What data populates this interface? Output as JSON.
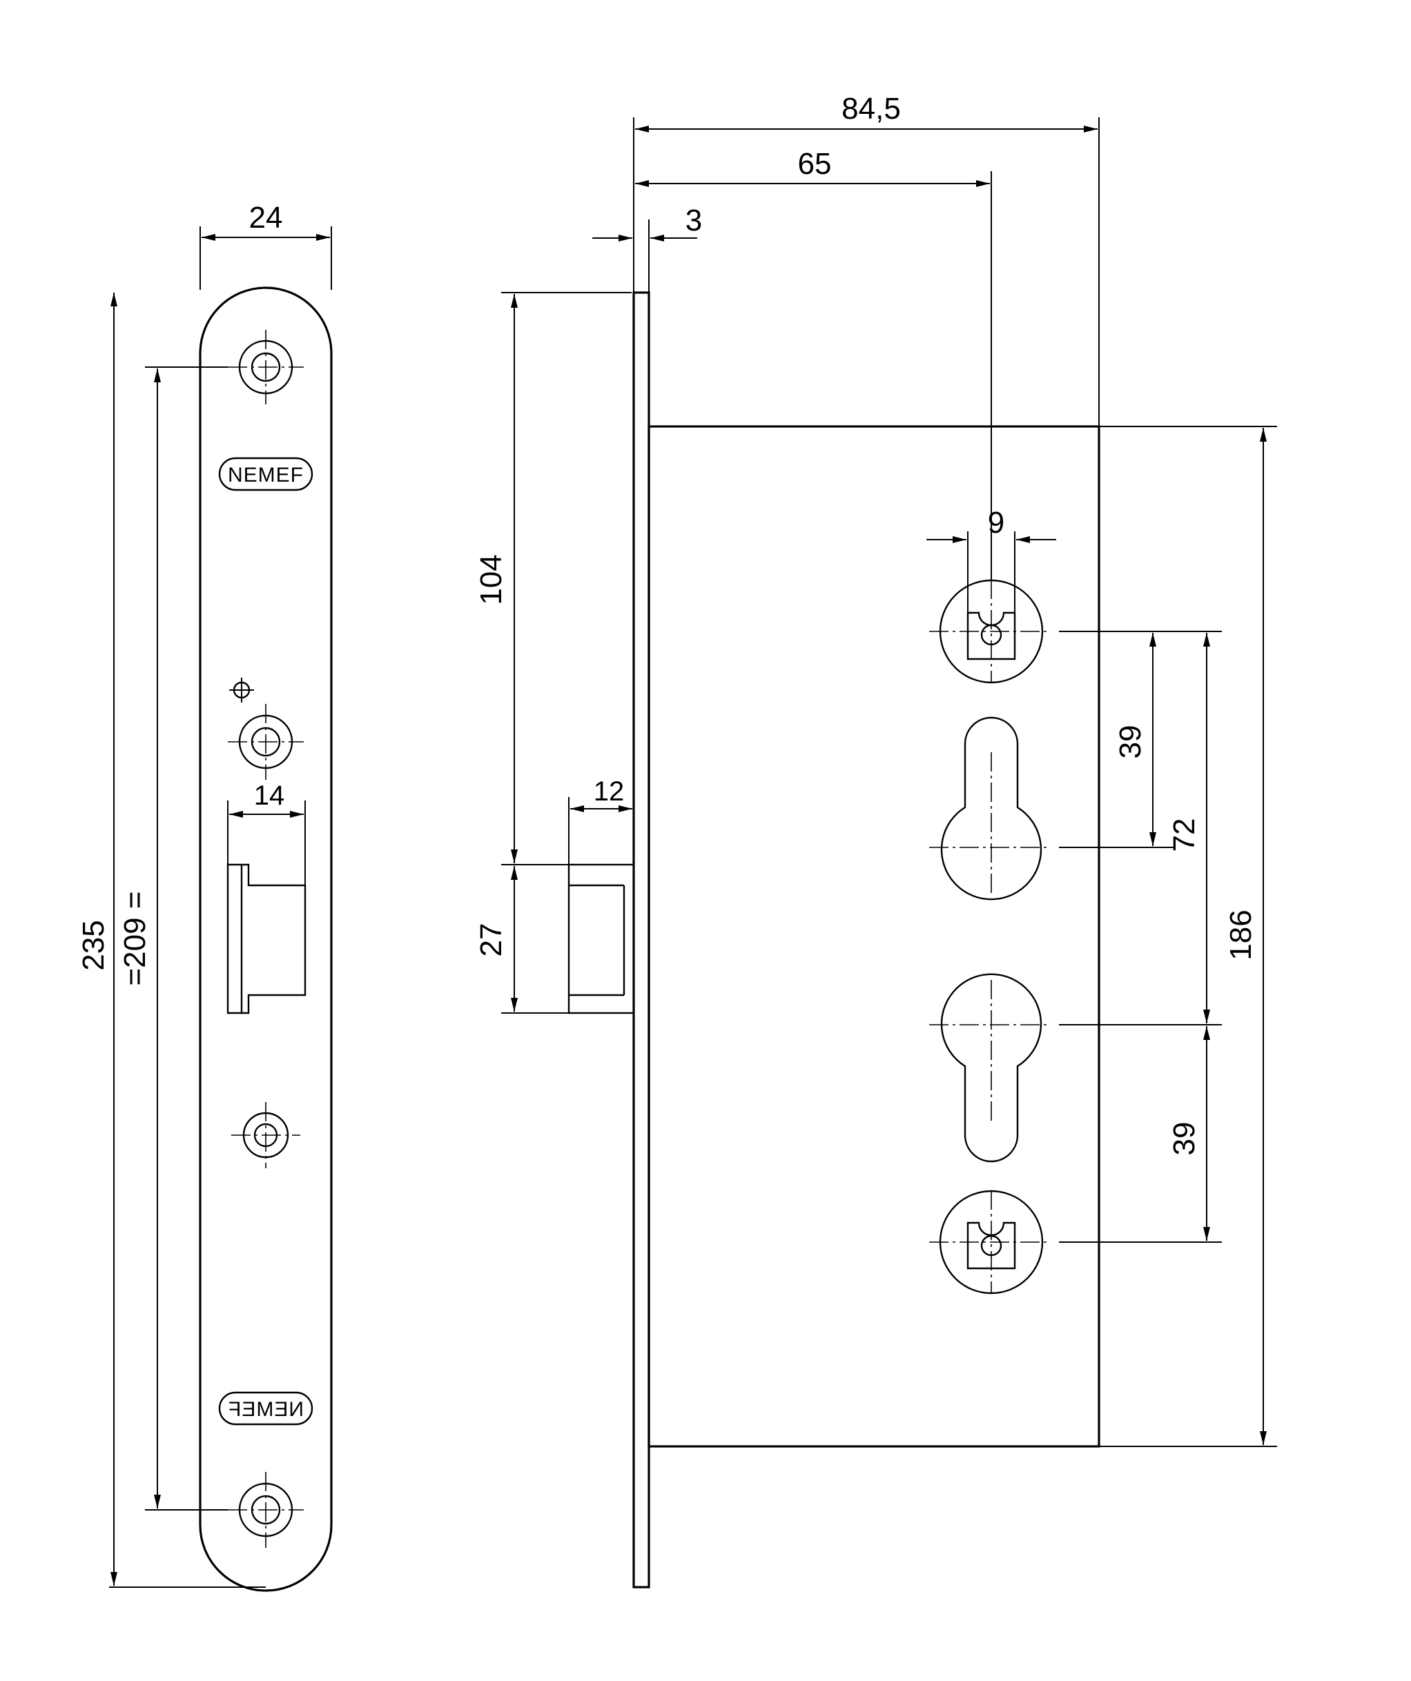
{
  "brand": {
    "label": "NEMEF"
  },
  "front_view": {
    "dims": {
      "width": "24",
      "total_height": "235",
      "screw_spacing": "=209 =",
      "latch_width": "14"
    }
  },
  "side_view": {
    "dims": {
      "backset_total": "84,5",
      "backset": "65",
      "faceplate_thickness": "3",
      "latch_position": "104",
      "latch_projection": "12",
      "latch_height": "27",
      "spindle_width": "9",
      "spacing_upper": "39",
      "spacing_center": "72",
      "case_height": "186",
      "spacing_lower": "39"
    }
  }
}
